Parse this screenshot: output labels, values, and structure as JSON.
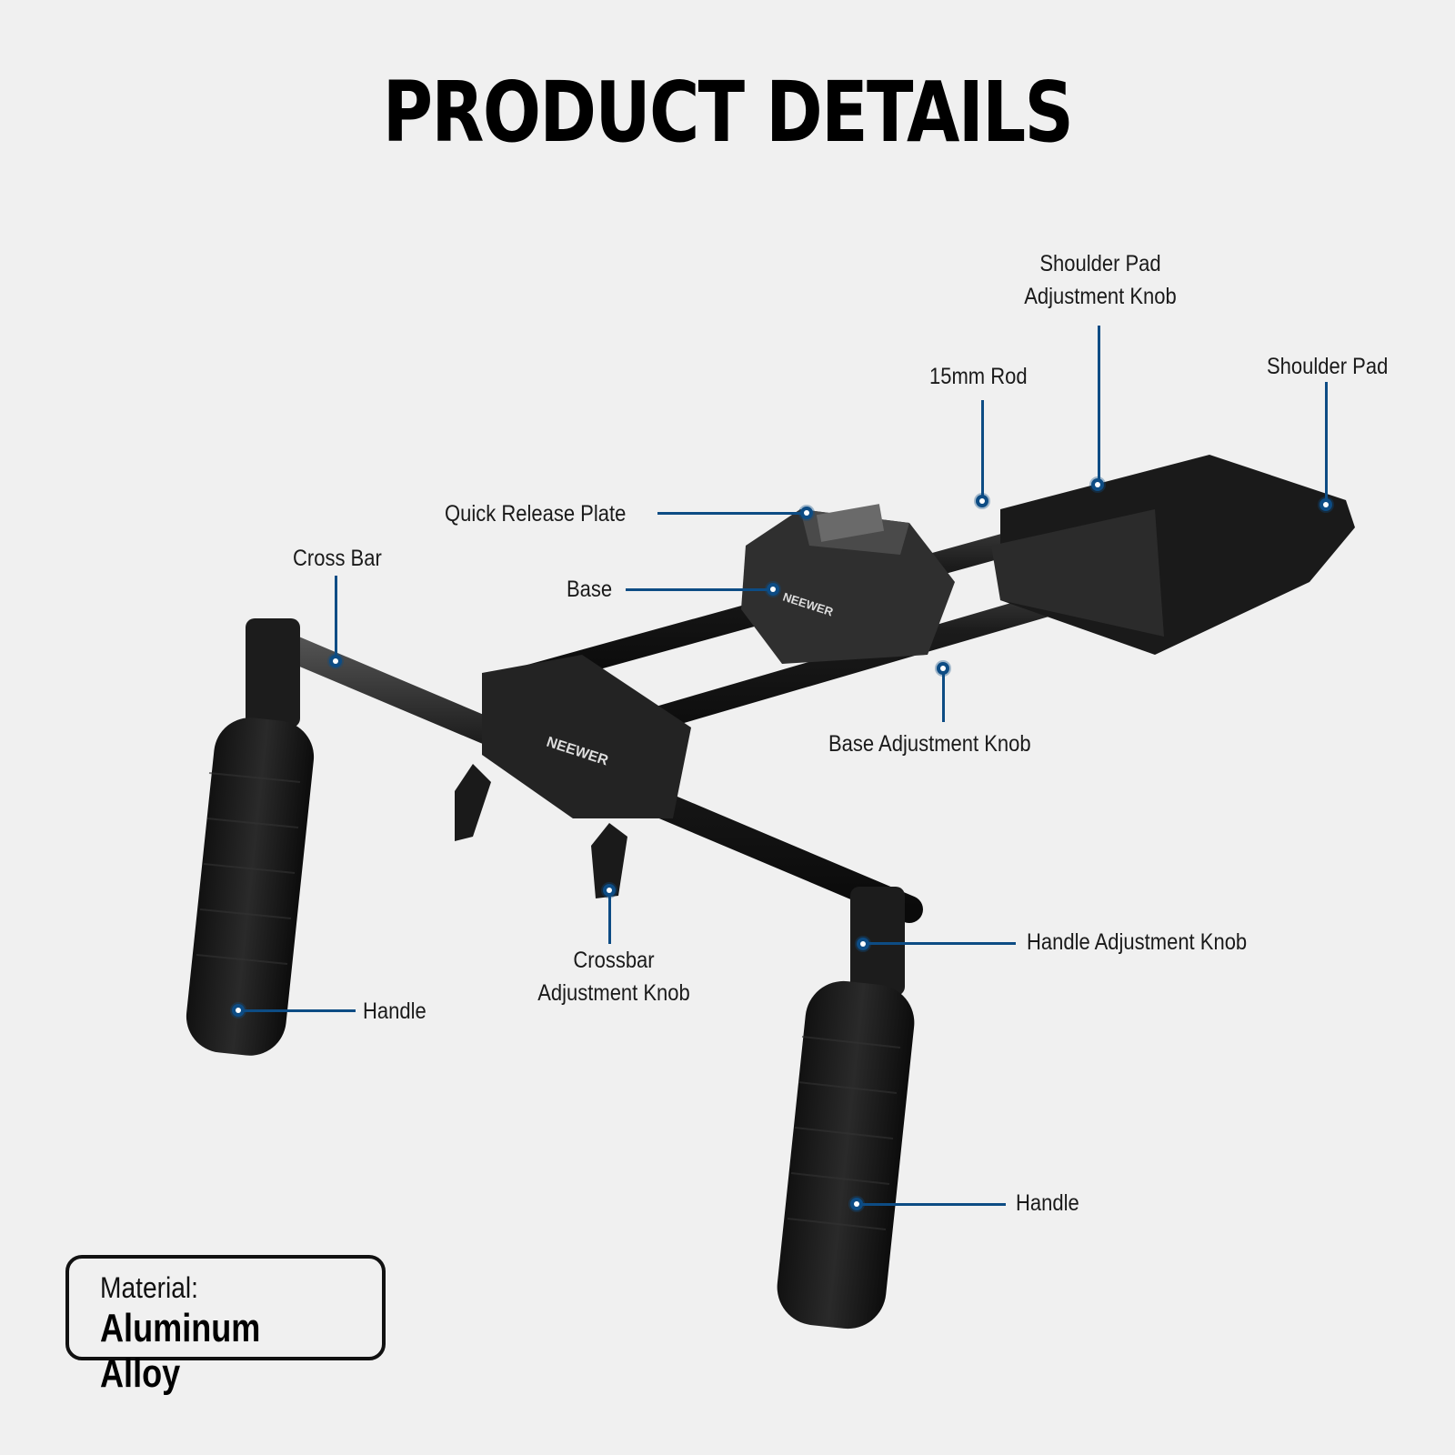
{
  "header": {
    "title": "PRODUCT DETAILS"
  },
  "callouts": {
    "shoulder_pad_knob": {
      "line1": "Shoulder Pad",
      "line2": "Adjustment Knob"
    },
    "rod": {
      "label": "15mm Rod"
    },
    "shoulder_pad": {
      "label": "Shoulder Pad"
    },
    "quick_release": {
      "label": "Quick Release Plate"
    },
    "base": {
      "label": "Base"
    },
    "cross_bar": {
      "label": "Cross Bar"
    },
    "base_knob": {
      "label": "Base Adjustment Knob"
    },
    "handle_knob": {
      "label": "Handle Adjustment Knob"
    },
    "crossbar_knob": {
      "line1": "Crossbar",
      "line2": "Adjustment Knob"
    },
    "handle_left": {
      "label": "Handle"
    },
    "handle_right": {
      "label": "Handle"
    }
  },
  "product": {
    "brand": "NEEWER"
  },
  "material": {
    "label": "Material:",
    "value": "Aluminum Alloy"
  },
  "colors": {
    "accent": "#0d4c84",
    "background": "#f0f0f0",
    "text": "#111111"
  }
}
